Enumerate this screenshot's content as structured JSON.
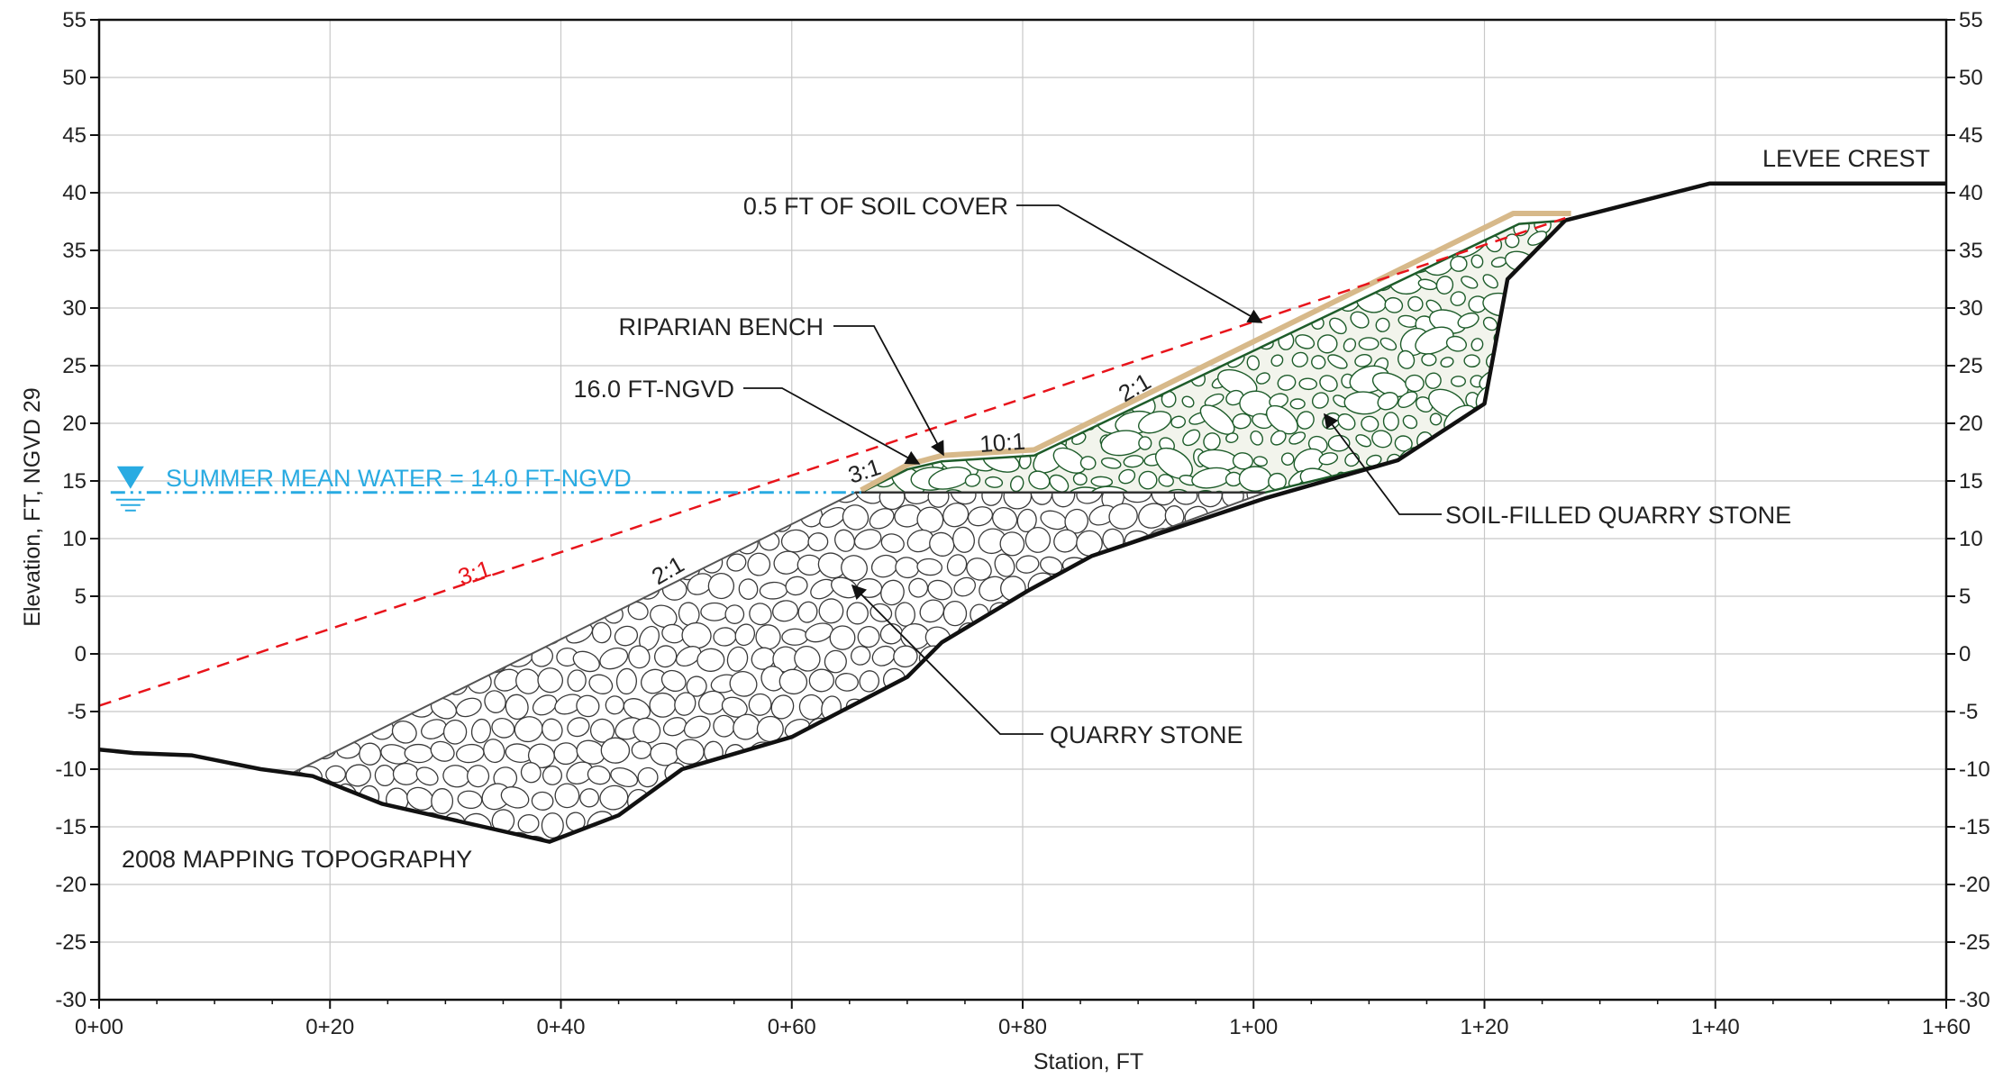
{
  "axes": {
    "x_title": "Station, FT",
    "y_title": "Elevation, FT, NGVD 29",
    "x_range": [
      0,
      160
    ],
    "y_range": [
      -30,
      55
    ],
    "x_tick_values": [
      0,
      20,
      40,
      60,
      80,
      100,
      120,
      140,
      160
    ],
    "x_tick_labels": [
      "0+00",
      "0+20",
      "0+40",
      "0+60",
      "0+80",
      "1+00",
      "1+20",
      "1+40",
      "1+60"
    ],
    "y_tick_values": [
      55,
      50,
      45,
      40,
      35,
      30,
      25,
      20,
      15,
      10,
      5,
      0,
      -5,
      -10,
      -15,
      -20,
      -25,
      -30
    ],
    "y_tick_labels": [
      "55",
      "50",
      "45",
      "40",
      "35",
      "30",
      "25",
      "20",
      "15",
      "10",
      "5",
      "0",
      "-5",
      "-10",
      "-15",
      "-20",
      "-25",
      "-30"
    ],
    "grid": true,
    "colors": {
      "grid": "#c8c8c8",
      "frame": "#111111"
    }
  },
  "water": {
    "label": "SUMMER MEAN WATER = 14.0 FT-NGVD",
    "elevation": 14.0,
    "x_range": [
      1,
      66
    ],
    "color": "#29abe2"
  },
  "labels": {
    "levee_crest": "LEVEE CREST",
    "soil_cover": "0.5 FT OF SOIL COVER",
    "riparian_bench": "RIPARIAN BENCH",
    "bench_elevation": "16.0 FT-NGVD",
    "soil_filled_stone": "SOIL-FILLED QUARRY STONE",
    "quarry_stone": "QUARRY STONE",
    "topography": "2008 MAPPING TOPOGRAPHY",
    "slope_red_3to1": "3:1",
    "slope_upper_3to1": "3:1",
    "slope_10to1": "10:1",
    "slope_upper_2to1": "2:1",
    "slope_lower_2to1": "2:1"
  },
  "chart_data": {
    "type": "line",
    "series": [
      {
        "values": [
          [
            0,
            -8.3
          ],
          [
            3,
            -8.6
          ],
          [
            8,
            -8.8
          ],
          [
            14,
            -10
          ],
          [
            18.5,
            -10.6
          ],
          [
            24.5,
            -13
          ],
          [
            39,
            -16.3
          ],
          [
            45,
            -14
          ],
          [
            50.5,
            -10
          ],
          [
            60,
            -7.2
          ],
          [
            70,
            -2
          ],
          [
            73,
            1
          ],
          [
            80.5,
            5.5
          ],
          [
            86,
            8.5
          ],
          [
            101,
            13.5
          ],
          [
            112.5,
            16.8
          ],
          [
            120,
            21.7
          ],
          [
            122,
            32.5
          ],
          [
            127,
            37.6
          ],
          [
            139.5,
            40.8
          ],
          [
            160,
            40.8
          ]
        ],
        "color": "#111111"
      },
      {
        "values": [
          [
            0,
            -4.5
          ],
          [
            127,
            37.8
          ]
        ],
        "color": "#e8141b"
      }
    ],
    "quarry_stone_zone": [
      [
        17,
        -10.2
      ],
      [
        65.5,
        14
      ],
      [
        101,
        14
      ],
      [
        86,
        8.5
      ],
      [
        80.5,
        5.5
      ],
      [
        73,
        1
      ],
      [
        70,
        -2
      ],
      [
        60,
        -7.2
      ],
      [
        50.5,
        -10
      ],
      [
        45,
        -14
      ],
      [
        39,
        -16.3
      ],
      [
        24.5,
        -13
      ],
      [
        18.5,
        -10.6
      ]
    ],
    "soil_filled_stone_zone": [
      [
        66,
        14
      ],
      [
        70,
        16
      ],
      [
        73,
        16.7
      ],
      [
        81,
        17.2
      ],
      [
        123,
        37.3
      ],
      [
        127,
        37.6
      ],
      [
        122,
        32.5
      ],
      [
        120,
        21.7
      ],
      [
        112.5,
        16.8
      ],
      [
        101,
        14
      ]
    ],
    "soil_cover": [
      [
        66,
        14.2
      ],
      [
        70,
        16.4
      ],
      [
        73,
        17.2
      ],
      [
        81,
        17.7
      ],
      [
        122.5,
        38.2
      ],
      [
        127.5,
        38.2
      ]
    ],
    "bench_elevation": 16.0,
    "water_elevation": 14.0,
    "colors": {
      "soil_cover": "#d7b98a",
      "soil_stone": "#1e5c2a",
      "quarry_stone_outline": "#333333"
    }
  }
}
